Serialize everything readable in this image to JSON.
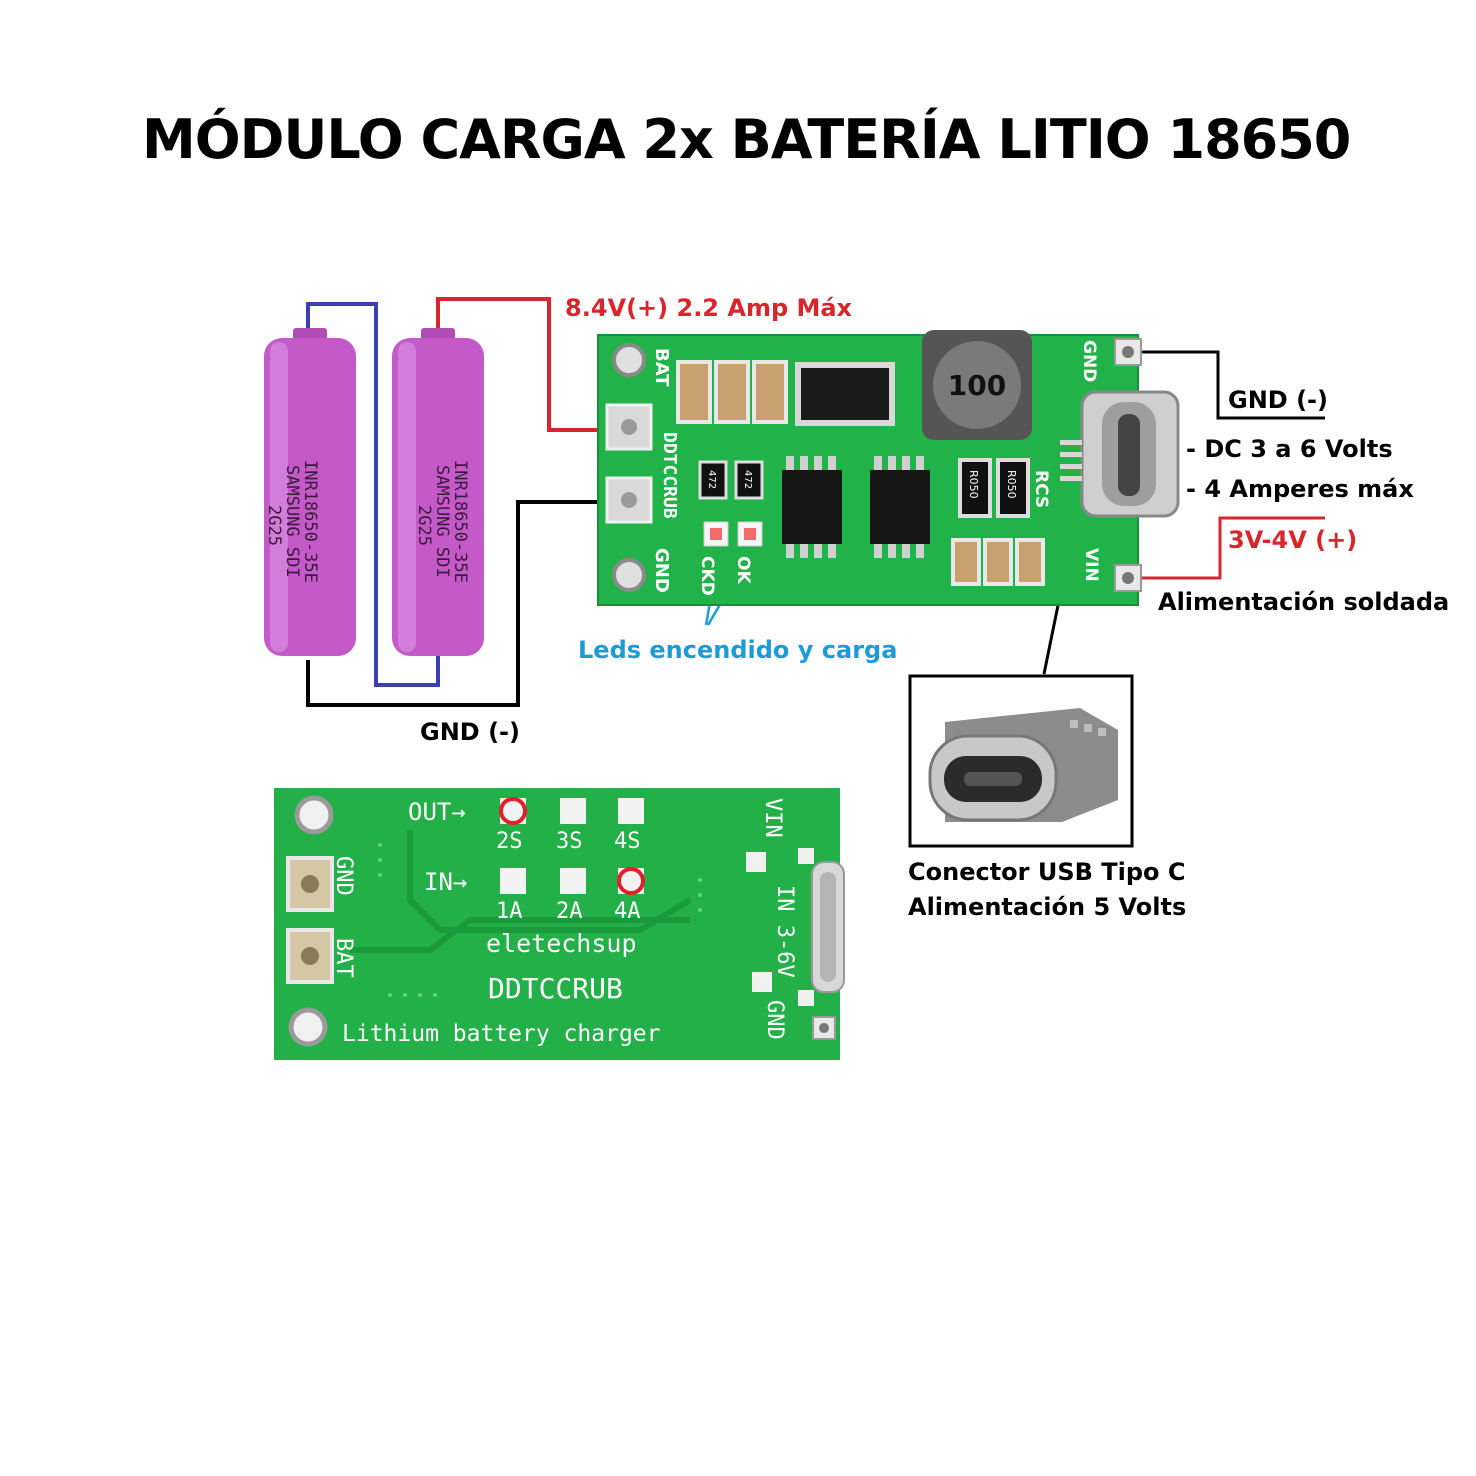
{
  "title": "MÓDULO CARGA 2x BATERÍA LITIO 18650",
  "colors": {
    "board_green": "#22b24a",
    "battery_pink": "#c45ac8",
    "wire_red": "#d9262c",
    "wire_blue": "#3b3fb0",
    "wire_black": "#000000",
    "label_red": "#d9262c",
    "label_blue": "#1e9bd7"
  },
  "batteries": [
    {
      "model": "INR18650-35E",
      "brand": "SAMSUNG SDI",
      "code": "2G25"
    },
    {
      "model": "INR18650-35E",
      "brand": "SAMSUNG SDI",
      "code": "2G25"
    }
  ],
  "labels": {
    "output": "8.4V(+)  2.2 Amp Máx",
    "gnd_right": "GND (-)",
    "dc_range": "- DC 3 a 6 Volts",
    "amps": "- 4 Amperes máx",
    "vin_range": "3V-4V (+)",
    "soldered": "Alimentación soldada",
    "leds": "Leds encendido y carga",
    "gnd_bottom": "GND (-)",
    "usb_line1": "Conector USB Tipo C",
    "usb_line2": "Alimentación 5 Volts"
  },
  "top_board": {
    "bat": "BAT",
    "gnd_left": "GND",
    "model": "DDTCCRUB",
    "inductor": "100",
    "gnd_right": "GND",
    "vin": "VIN",
    "rcs": "RCS",
    "r1": "R050",
    "r2": "R050",
    "led1": "CKD",
    "led2": "OK",
    "res1": "472",
    "res2": "472"
  },
  "bottom_board": {
    "out": "OUT→",
    "in": "IN→",
    "s2": "2S",
    "s3": "3S",
    "s4": "4S",
    "a1": "1A",
    "a2": "2A",
    "a4": "4A",
    "brand": "eletechsup",
    "model": "DDTCCRUB",
    "desc": "Lithium battery charger",
    "gnd": "GND",
    "bat": "BAT",
    "vin": "VIN",
    "in_range": "IN 3-6V",
    "gnd_right": "GND"
  }
}
